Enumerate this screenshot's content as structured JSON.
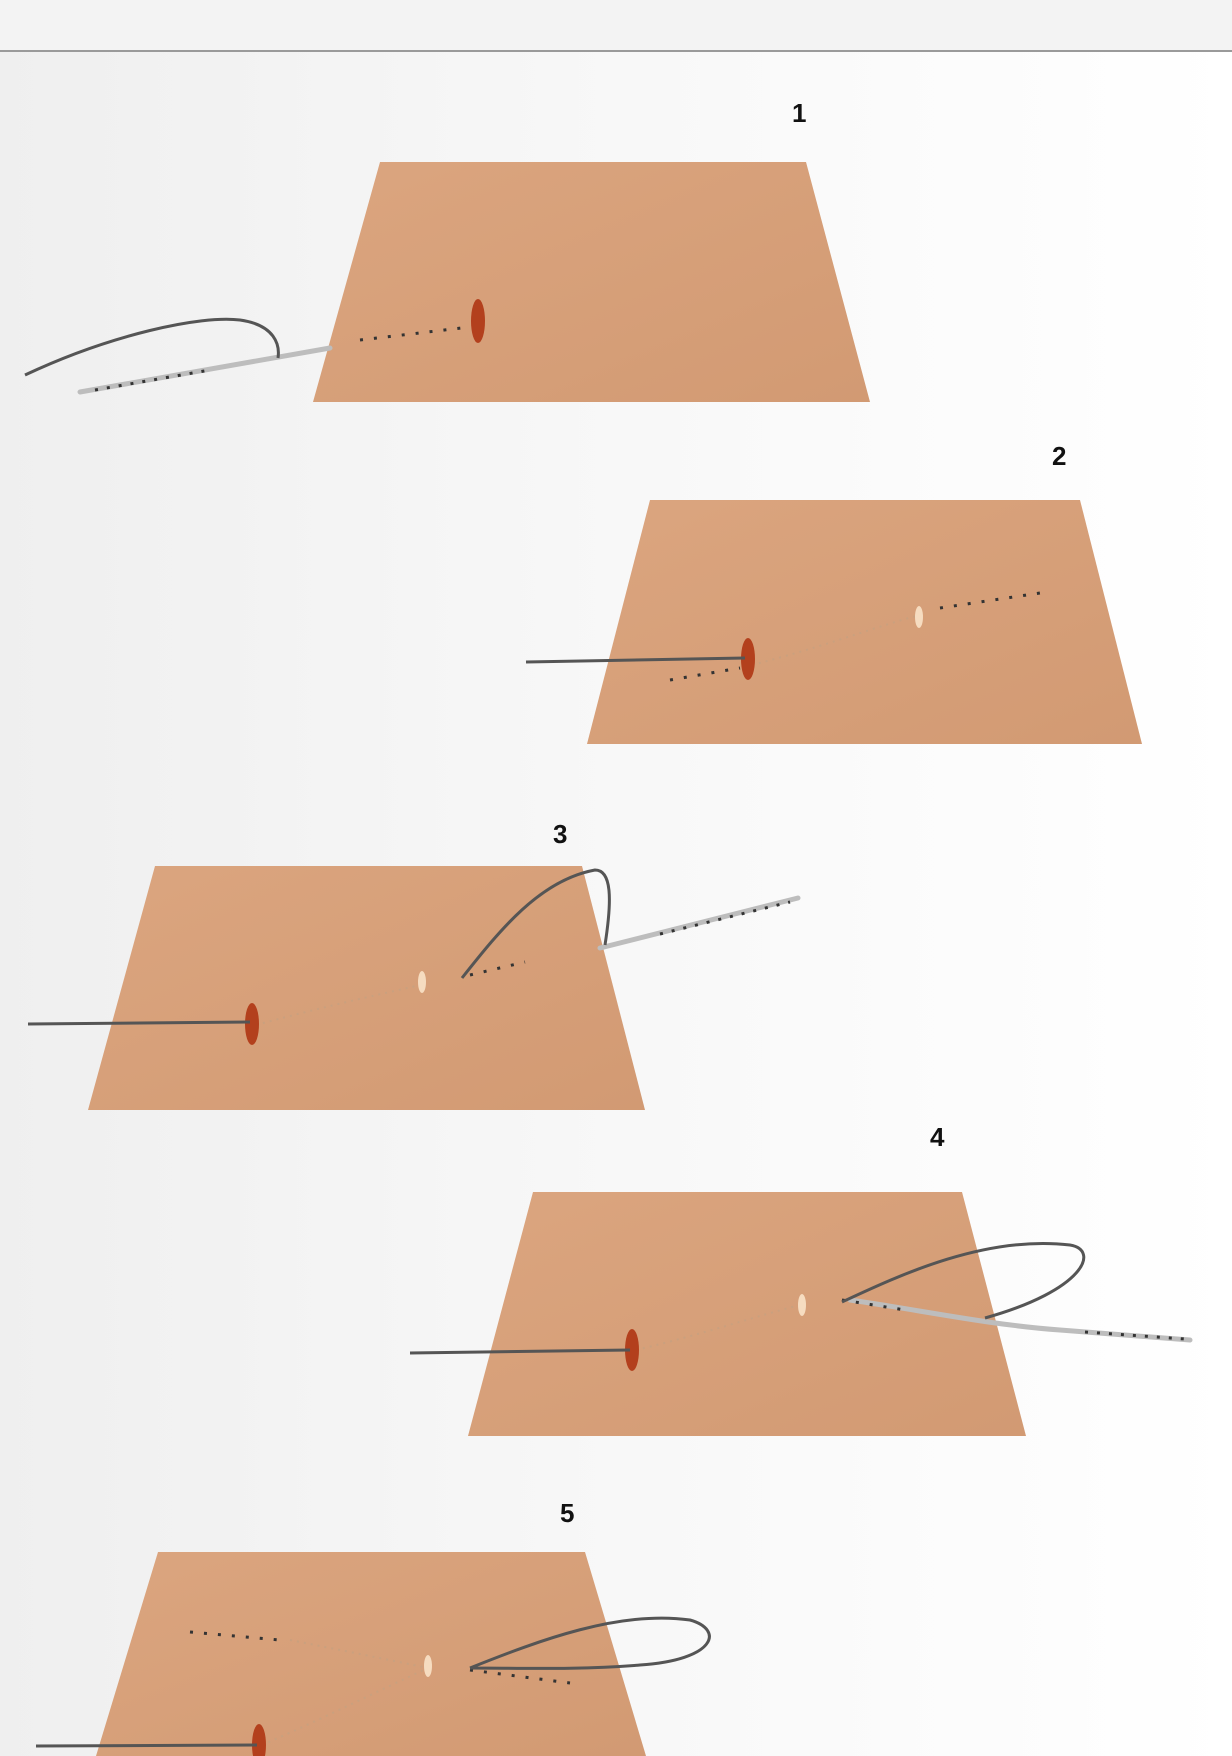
{
  "figure": {
    "steps": [
      {
        "label": "1"
      },
      {
        "label": "2"
      },
      {
        "label": "3"
      },
      {
        "label": "4"
      },
      {
        "label": "5"
      }
    ]
  },
  "colors": {
    "skin": "#d9a27c",
    "skin_shade": "#c98f68",
    "incision": "#b3401d",
    "exit_point": "#f6dcc0",
    "suture_thread": "#555555",
    "needle": "#b9b9b9",
    "needle_dots": "#333333",
    "background": "#f5f5f5"
  }
}
